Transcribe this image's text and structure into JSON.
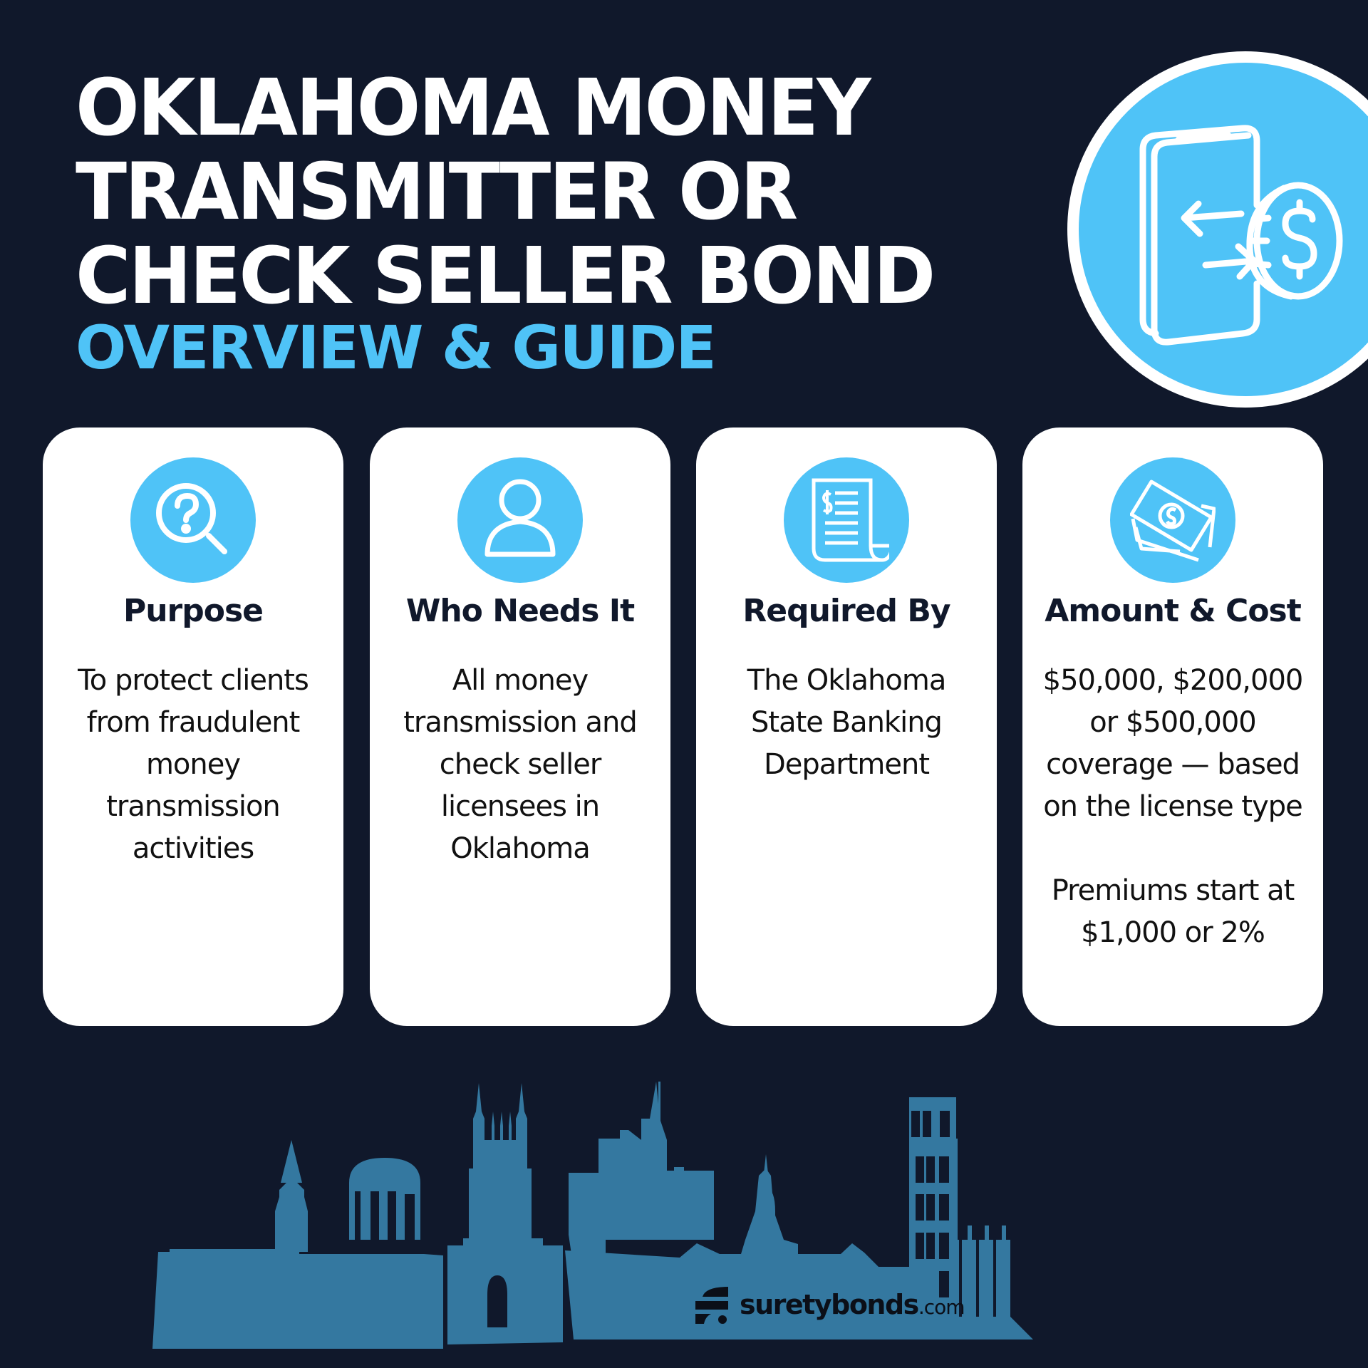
{
  "header": {
    "title_lines": [
      "OKLAHOMA MONEY",
      "TRANSMITTER OR",
      "CHECK SELLER BOND"
    ],
    "subtitle": "OVERVIEW & GUIDE",
    "hero_icon": "phone-money-transfer-icon"
  },
  "colors": {
    "background": "#10182b",
    "accent": "#4fc3f7",
    "card": "#ffffff",
    "skyline": "#3478a0",
    "text_dark": "#10182b"
  },
  "cards": [
    {
      "icon": "magnifier-question-icon",
      "title": "Purpose",
      "body": [
        "To protect clients from fraudulent money transmission activities"
      ]
    },
    {
      "icon": "person-icon",
      "title": "Who Needs It",
      "body": [
        "All money transmission and check seller licensees in Oklahoma"
      ]
    },
    {
      "icon": "invoice-document-icon",
      "title": "Required By",
      "body": [
        "The Oklahoma State Banking Department"
      ]
    },
    {
      "icon": "money-bills-icon",
      "title": "Amount & Cost",
      "body": [
        "$50,000, $200,000 or $500,000 coverage — based on the license type",
        "Premiums start at $1,000 or 2%"
      ]
    }
  ],
  "footer": {
    "logo_name": "suretybonds",
    "logo_tld": ".com",
    "illustration": "oklahoma-city-skyline"
  }
}
